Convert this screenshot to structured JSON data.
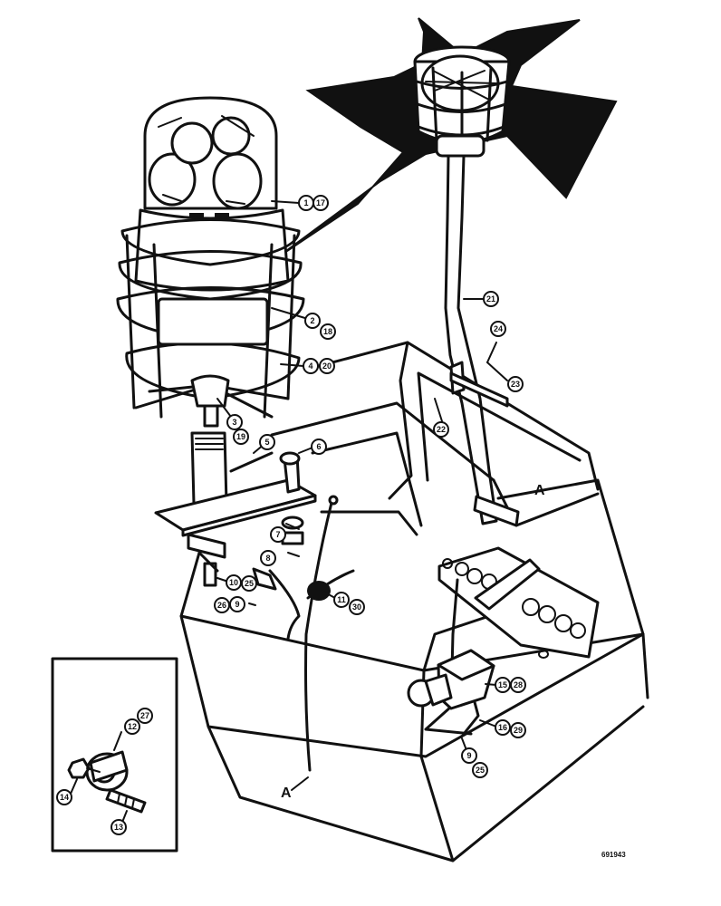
{
  "callouts": {
    "c1": "1",
    "c17": "17",
    "c2": "2",
    "c18": "18",
    "c4": "4",
    "c20": "20",
    "c3": "3",
    "c19": "19",
    "c5": "5",
    "c6": "6",
    "c7": "7",
    "c8": "8",
    "c10": "10",
    "c25a": "25",
    "c26": "26",
    "c9a": "9",
    "c11": "11",
    "c30": "30",
    "c21": "21",
    "c24": "24",
    "c23": "23",
    "c22": "22",
    "c15": "15",
    "c28": "28",
    "c16": "16",
    "c29": "29",
    "c9b": "9",
    "c25b": "25",
    "c27": "27",
    "c12": "12",
    "c14": "14",
    "c13": "13"
  },
  "section_marks": {
    "top": "A",
    "bottom": "A"
  },
  "drawing_code": "691943"
}
